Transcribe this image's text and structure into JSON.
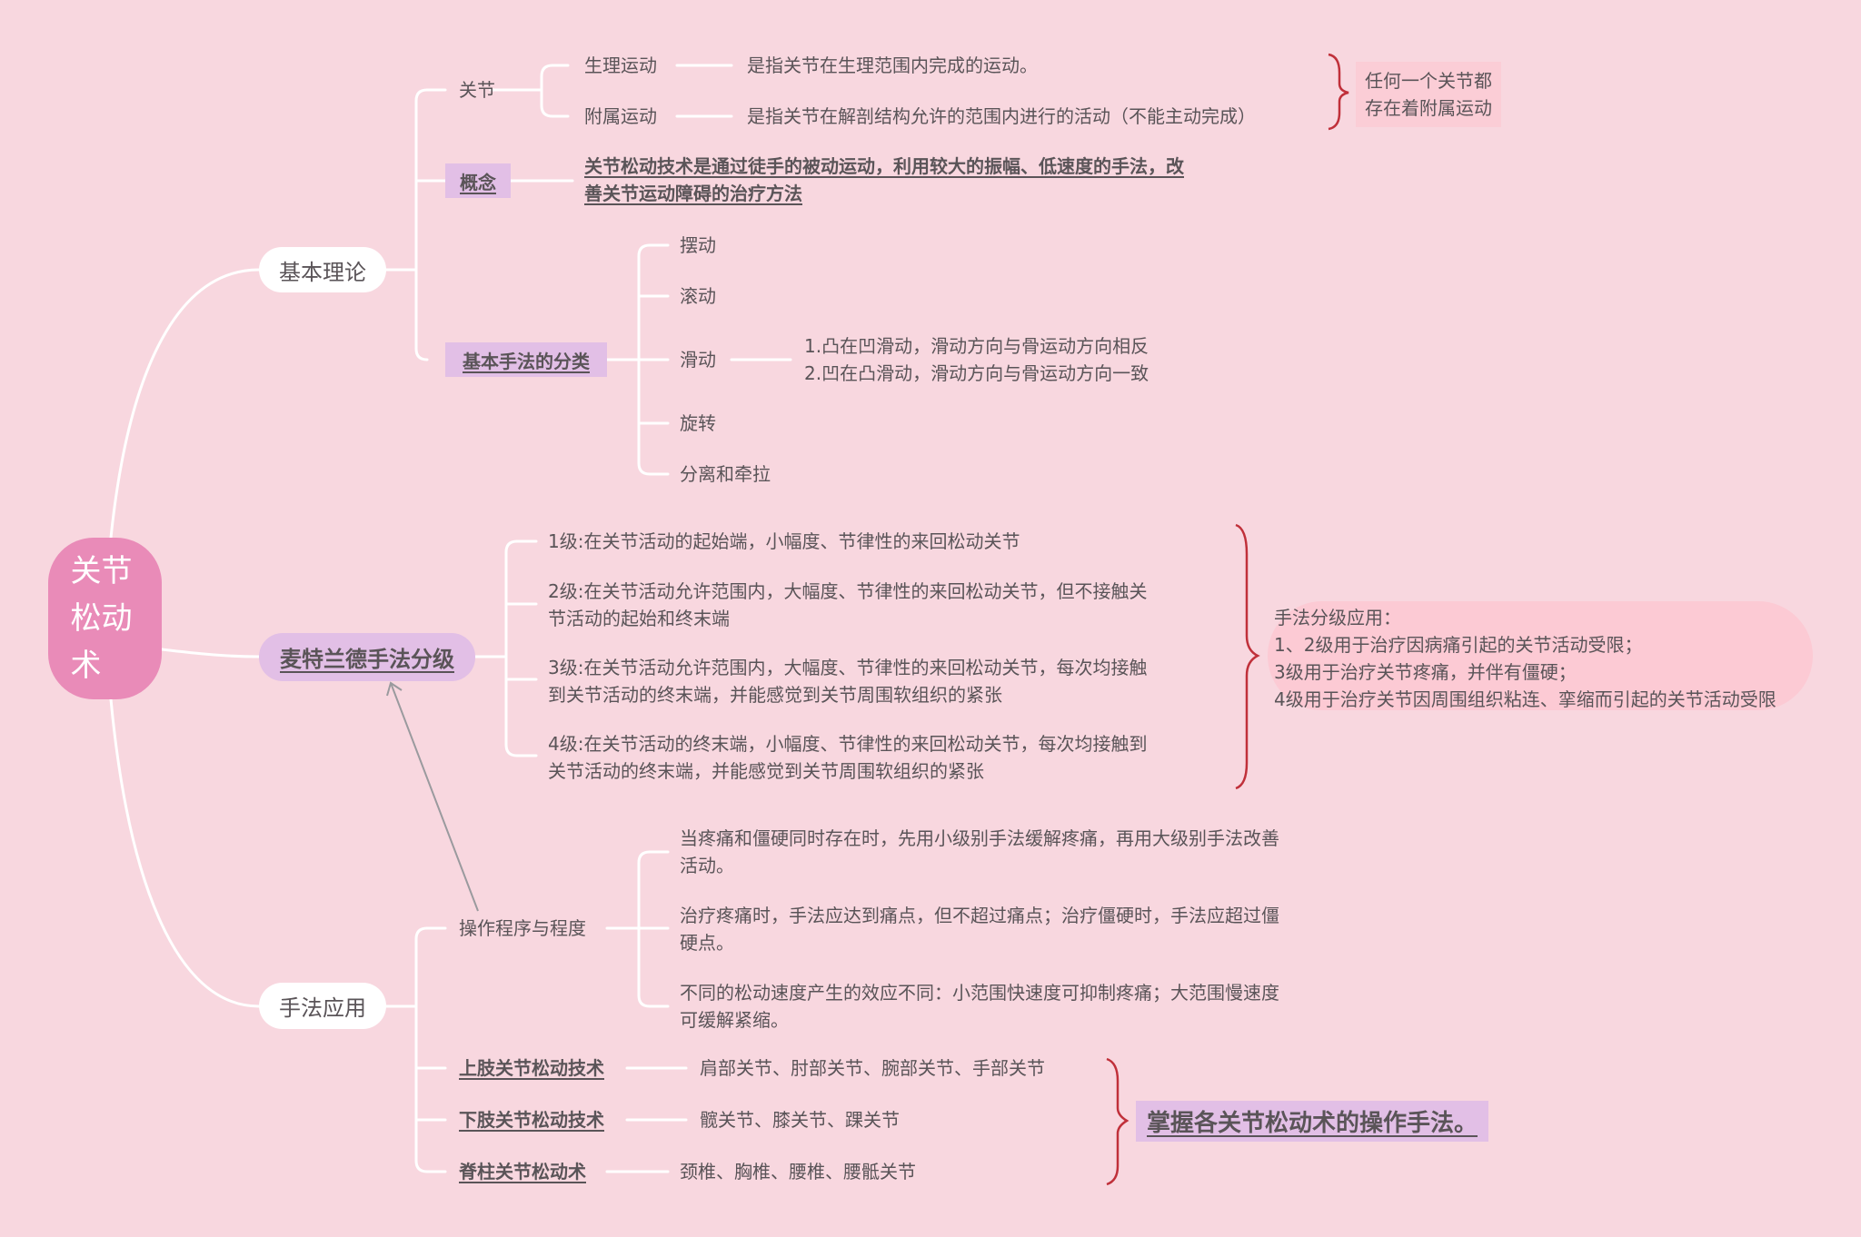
{
  "root": {
    "label_lines": [
      "关节",
      "松动",
      "术"
    ],
    "color": "#e98bb8"
  },
  "colors": {
    "background": "#f8d7df",
    "branch_line": "#ffffff",
    "highlight_purple": "#e2bfe6",
    "note_pink": "#fbcdd6",
    "brace_red": "#c0303a",
    "text": "#5a5458"
  },
  "branches": {
    "basic_theory": {
      "label": "基本理论",
      "joint": {
        "label": "关节",
        "physiological": {
          "label": "生理运动",
          "desc": "是指关节在生理范围内完成的运动。"
        },
        "accessory": {
          "label": "附属运动",
          "desc": "是指关节在解剖结构允许的范围内进行的活动（不能主动完成）"
        },
        "note": "任何一个关节都\n存在着附属运动"
      },
      "concept": {
        "label": "概念",
        "desc": "关节松动技术是通过徒手的被动运动，利用较大的振幅、低速度的手法，改\n善关节运动障碍的治疗方法"
      },
      "classification": {
        "label": "基本手法的分类",
        "items": [
          "摆动",
          "滚动",
          "滑动",
          "旋转",
          "分离和牵拉"
        ],
        "glide_detail": "1.凸在凹滑动，滑动方向与骨运动方向相反\n2.凹在凸滑动，滑动方向与骨运动方向一致"
      }
    },
    "maitland": {
      "label": "麦特兰德手法分级",
      "grades": [
        "1级:在关节活动的起始端，小幅度、节律性的来回松动关节",
        "2级:在关节活动允许范围内，大幅度、节律性的来回松动关节，但不接触关\n节活动的起始和终末端",
        "3级:在关节活动允许范围内，大幅度、节律性的来回松动关节，每次均接触\n到关节活动的终末端，并能感觉到关节周围软组织的紧张",
        "4级:在关节活动的终末端，小幅度、节律性的来回松动关节，每次均接触到\n关节活动的终末端，并能感觉到关节周围软组织的紧张"
      ],
      "application_note": "手法分级应用：\n1、2级用于治疗因病痛引起的关节活动受限；\n3级用于治疗关节疼痛，并伴有僵硬；\n4级用于治疗关节因周围组织粘连、挛缩而引起的关节活动受限"
    },
    "application": {
      "label": "手法应用",
      "procedure": {
        "label": "操作程序与程度",
        "items": [
          "当疼痛和僵硬同时存在时，先用小级别手法缓解疼痛，再用大级别手法改善\n活动。",
          "治疗疼痛时，手法应达到痛点，但不超过痛点；治疗僵硬时，手法应超过僵\n硬点。",
          "不同的松动速度产生的效应不同：小范围快速度可抑制疼痛；大范围慢速度\n可缓解紧缩。"
        ]
      },
      "techniques": [
        {
          "label": "上肢关节松动技术",
          "desc": "肩部关节、肘部关节、腕部关节、手部关节"
        },
        {
          "label": "下肢关节松动技术",
          "desc": "髋关节、膝关节、踝关节"
        },
        {
          "label": "脊柱关节松动术",
          "desc": "颈椎、胸椎、腰椎、腰骶关节"
        }
      ],
      "goal": "掌握各关节松动术的操作手法。"
    }
  }
}
